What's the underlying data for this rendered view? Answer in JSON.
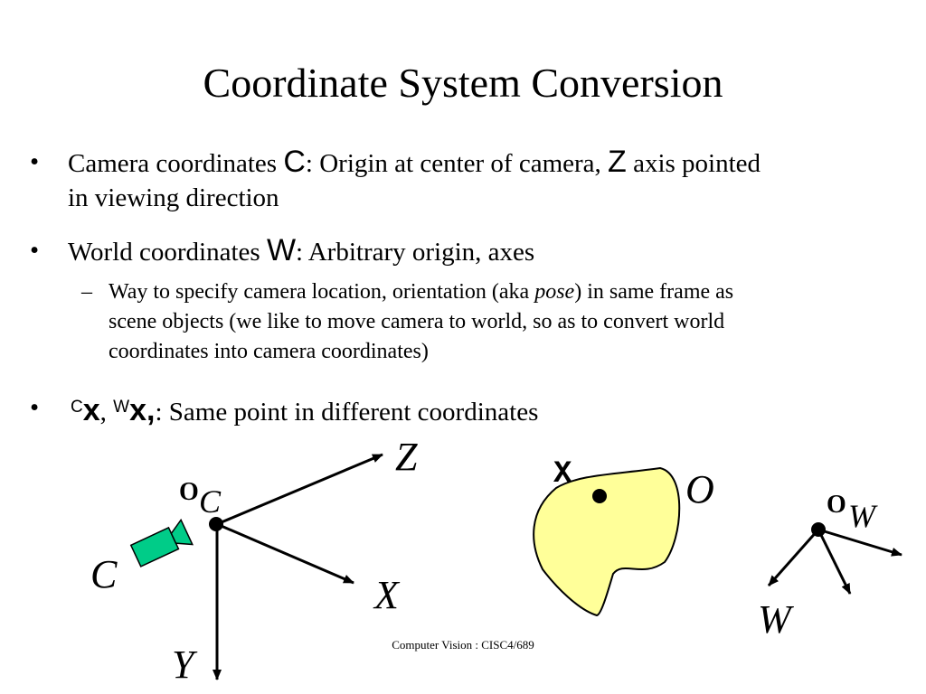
{
  "slide": {
    "title": "Coordinate System Conversion",
    "bullet_symbol": "•",
    "dash_symbol": "–",
    "b1": {
      "t1": "Camera coordinates ",
      "s1": "C",
      "t2": ": Origin at center of camera, ",
      "s2": "Z",
      "t3": " axis pointed",
      "line2": "in viewing direction"
    },
    "b2": {
      "t1": "World coordinates ",
      "s1": "W",
      "t2": ": Arbitrary origin, axes"
    },
    "sub": {
      "t1": "Way to specify camera location, orientation (aka ",
      "italic": "pose",
      "t2": ") in same frame as",
      "line2": "scene objects (we like to move camera to world, so as to convert world",
      "line3": "coordinates into camera coordinates)"
    },
    "b3": {
      "pre1": "C",
      "x1": "x",
      "sep": ", ",
      "pre2": "W",
      "x2": "x",
      "comma": ",",
      "rest": ": Same point in different coordinates"
    },
    "footer": "Computer Vision : CISC4/689"
  },
  "diagram": {
    "camera_frame": {
      "origin_o": "O",
      "origin_sub": "C",
      "axis_z": "Z",
      "axis_x": "X",
      "axis_y": "Y",
      "camera_label": "C"
    },
    "object": {
      "point": "X",
      "label": "O",
      "fill": "#ffff99"
    },
    "world_frame": {
      "origin_o": "O",
      "origin_sub": "W",
      "frame_label": "W"
    },
    "camera_color": "#00cc88"
  }
}
